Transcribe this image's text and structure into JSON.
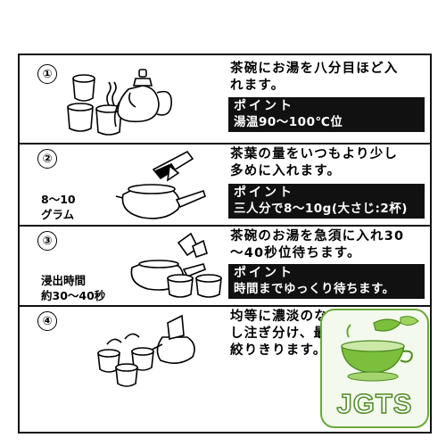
{
  "steps": [
    {
      "number": "①",
      "lines": [
        "茶碗にお湯を八分目ほど入",
        "れます。"
      ],
      "point_title": "ポイント",
      "point_text": "湯温90〜100℃位",
      "side_lines": []
    },
    {
      "number": "②",
      "lines": [
        "茶葉の量をいつもより少し",
        "多めに入れます。"
      ],
      "point_title": "ポイント",
      "point_text": "三人分で8〜10g(大さじ:2杯)",
      "side_lines": [
        "8〜10",
        "グラム"
      ]
    },
    {
      "number": "③",
      "lines": [
        "茶碗のお湯を急須に入れ30",
        "〜40秒位待ちます。"
      ],
      "point_title": "ポイント",
      "point_text": "時間までゆっくり待ちます。",
      "side_lines": [
        "浸出時間",
        "約30〜40秒"
      ]
    },
    {
      "number": "④",
      "lines": [
        "均等に濃淡のないように廻",
        "し注ぎ分け、最後の一滴まで",
        "絞りきります。"
      ],
      "side_lines": []
    }
  ],
  "logo": {
    "text": "JGTS",
    "colors": {
      "border": "#6aa83a",
      "leaf": "#7bbf3c",
      "text_outline": "#4c8a22"
    }
  },
  "colors": {
    "ink": "#111111",
    "background": "#ffffff"
  }
}
